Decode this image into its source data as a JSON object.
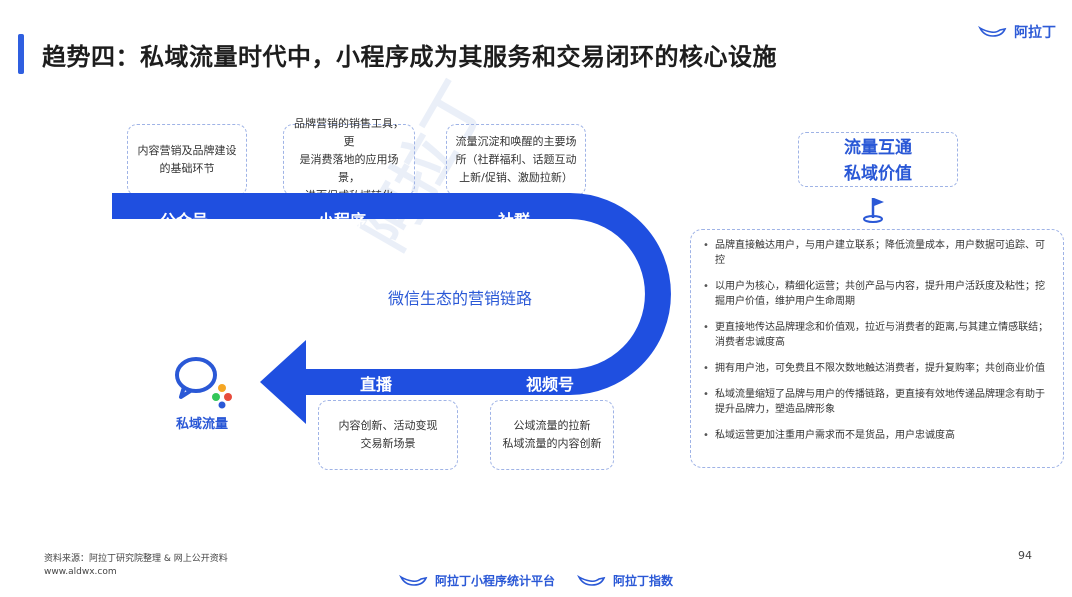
{
  "header": {
    "title": "趋势四：私域流量时代中，小程序成为其服务和交易闭环的核心设施",
    "brand": "阿拉丁"
  },
  "chain": {
    "nodes": [
      "公众号",
      "小程序",
      "社群",
      "直播",
      "视频号"
    ],
    "center_label": "微信生态的营销链路",
    "end_label": "私域流量"
  },
  "top_notes": [
    "内容营销及品牌建设\n的基础环节",
    "品牌营销的销售工具，更\n是消费落地的应用场景，\n进而促成私域转化",
    "流量沉淀和唤醒的主要场\n所（社群福利、话题互动\n上新/促销、激励拉新）"
  ],
  "bottom_notes": [
    "内容创新、活动变现\n交易新场景",
    "公域流量的拉新\n私域流量的内容创新"
  ],
  "value_panel": {
    "title_line1": "流量互通",
    "title_line2": "私域价值",
    "items": [
      "品牌直接触达用户，与用户建立联系；降低流量成本，用户数据可追踪、可控",
      "以用户为核心，精细化运营；共创产品与内容，提升用户活跃度及粘性；挖掘用户价值，维护用户生命周期",
      "更直接地传达品牌理念和价值观，拉近与消费者的距离,与其建立情感联结；消费者忠诚度高",
      "拥有用户池，可免费且不限次数地触达消费者，提升复购率；共创商业价值",
      "私域流量缩短了品牌与用户的传播链路，更直接有效地传递品牌理念有助于提升品牌力，塑造品牌形象",
      "私域运营更加注重用户需求而不是货品，用户忠诚度高"
    ]
  },
  "footer": {
    "source_line1": "资料来源：阿拉丁研究院整理 & 网上公开资料",
    "source_line2": "www.aldwx.com",
    "page_number": "94",
    "brand1": "阿拉丁小程序统计平台",
    "brand2": "阿拉丁指数"
  },
  "colors": {
    "accent": "#2a58d6",
    "chain_blue": "#1f4fe0",
    "dash": "#9fb3e6"
  }
}
